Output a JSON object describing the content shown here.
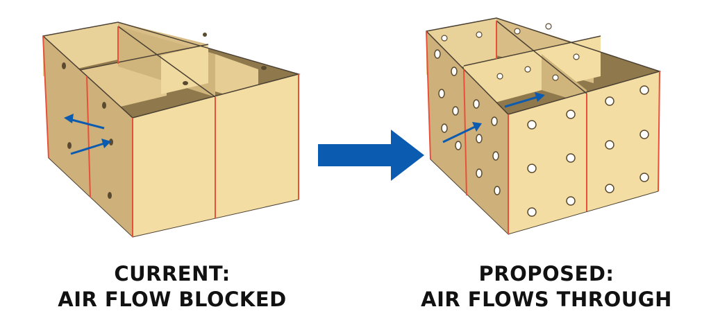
{
  "colors": {
    "cardboard_light": "#F3DDA2",
    "cardboard_mid": "#E5CB92",
    "cardboard_shade": "#CDB07A",
    "cardboard_dark": "#8F784C",
    "edge_red": "#E8503A",
    "arrow_blue": "#0B5BB0",
    "outline": "#4A4033",
    "hole": "#FFFFFF"
  },
  "icons": {
    "transition": "right-arrow-icon"
  },
  "left": {
    "caption_line1": "CURRENT:",
    "caption_line2": "AIR FLOW BLOCKED"
  },
  "right": {
    "caption_line1": "PROPOSED:",
    "caption_line2": "AIR FLOWS THROUGH"
  }
}
